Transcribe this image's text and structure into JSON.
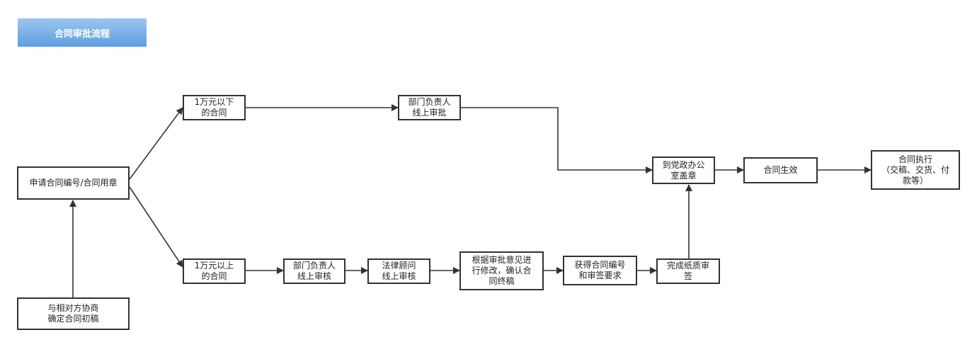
{
  "title": "合同审批流程",
  "colors": {
    "banner_top": "#9cc7ef",
    "banner_bottom": "#5d9ee0",
    "line": "#333333"
  },
  "nodes": {
    "apply": "申请合同编号/合同用章",
    "negotiate": "与相对方协商\n确定合同初稿",
    "under_10k": "1万元以下\n的合同",
    "over_10k": "1万元以上\n的合同",
    "dept_online_approve": "部门负责人\n线上审批",
    "dept_online_review": "部门负责人\n线上审核",
    "legal_review": "法律顾问\n线上审核",
    "revise": "根据审批意见进\n行修改，确认合\n同终稿",
    "get_number": "获得合同编号\n和审签要求",
    "paper_review": "完成纸质审\n签",
    "stamp": "到党政办公\n室盖章",
    "effective": "合同生效",
    "execute": "合同执行\n（交稿、交货、付\n款等）"
  }
}
